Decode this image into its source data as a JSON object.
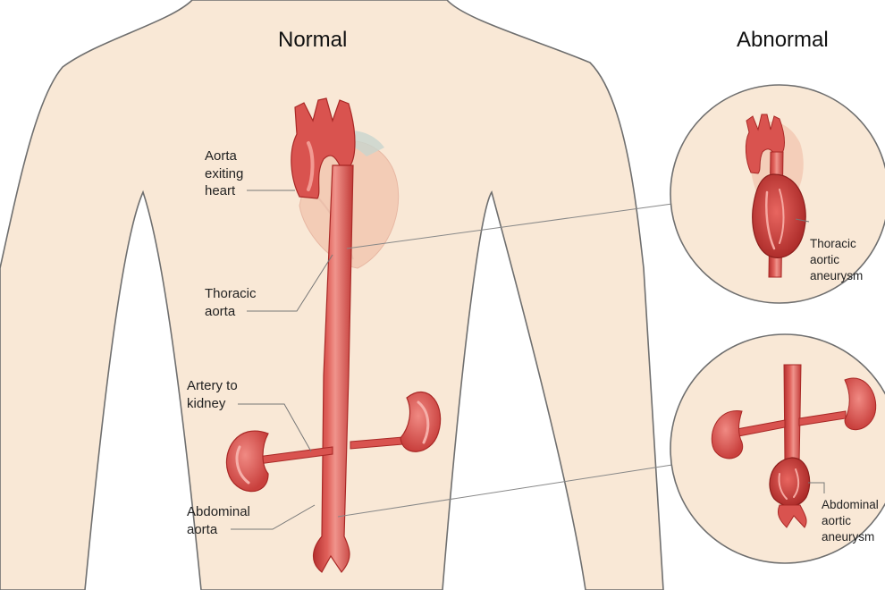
{
  "headings": {
    "normal": "Normal",
    "abnormal": "Abnormal"
  },
  "labels": {
    "aorta_exiting_heart": [
      "Aorta",
      "exiting",
      "heart"
    ],
    "thoracic_aorta": [
      "Thoracic",
      "aorta"
    ],
    "artery_to_kidney": [
      "Artery to",
      "kidney"
    ],
    "abdominal_aorta": [
      "Abdominal",
      "aorta"
    ],
    "thoracic_aortic_aneurysm": [
      "Thoracic",
      "aortic",
      "aneurysm"
    ],
    "abdominal_aortic_aneurysm": [
      "Abdominal",
      "aortic",
      "aneurysm"
    ]
  },
  "colors": {
    "skin": "#f9e8d6",
    "outline": "#6f6f6f",
    "aorta": "#d9534f",
    "aorta_dark": "#b5302f",
    "aorta_light": "#ef8f88",
    "heart": "#f2c3ac",
    "leader_line": "#777777",
    "inset_bg": "#f9e8d6"
  }
}
